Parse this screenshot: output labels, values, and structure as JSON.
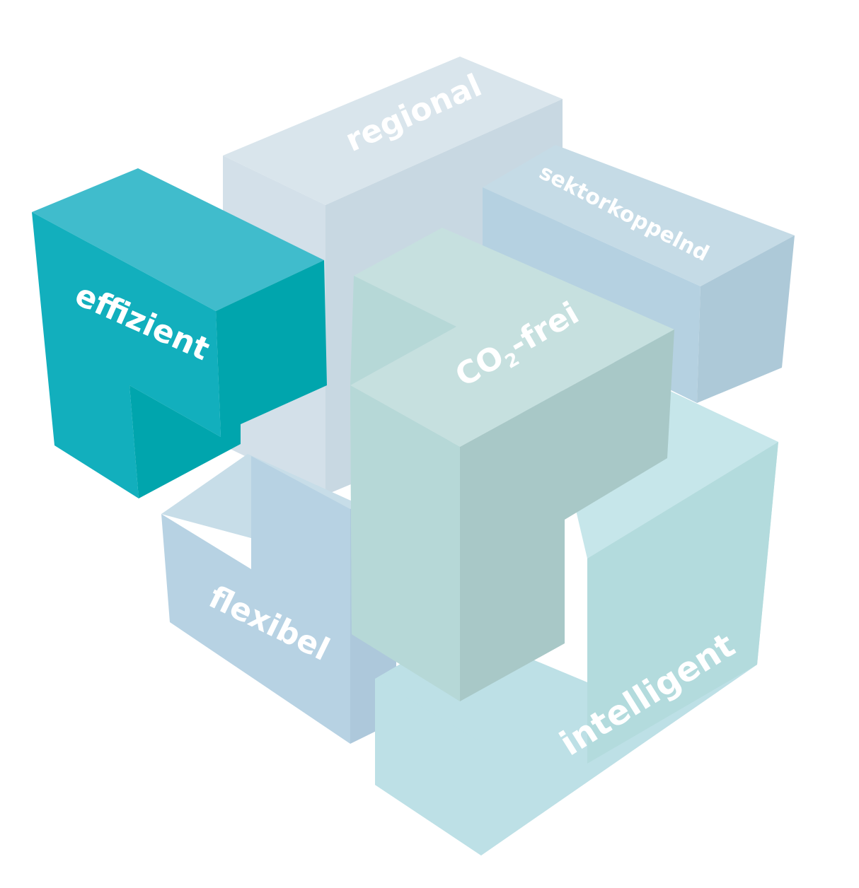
{
  "diagram": {
    "blocks": [
      {
        "id": "regional",
        "label": "regional",
        "colors": {
          "top": "#d9e5ec",
          "left": "#d3e0e9",
          "right": "#c8d8e2"
        }
      },
      {
        "id": "sektorkoppelnd",
        "label": "sektorkoppelnd",
        "colors": {
          "top": "#c5dbe6",
          "left": "#b5d1e1",
          "right": "#adc9d8"
        }
      },
      {
        "id": "effizient",
        "label": "effizient",
        "colors": {
          "top": "#40bccc",
          "left": "#12afbd",
          "right": "#00a5ad"
        }
      },
      {
        "id": "flexibel",
        "label": "flexibel",
        "colors": {
          "top": "#c7dde8",
          "left": "#b7d2e3",
          "right": "#adc8db"
        }
      },
      {
        "id": "intelligent",
        "label": "intelligent",
        "colors": {
          "top": "#c6e6ea",
          "left": "#bde0e6",
          "right": "#b3dbdd"
        }
      },
      {
        "id": "co2frei",
        "label_main": "CO",
        "label_sub": "2",
        "label_tail": "-frei",
        "colors": {
          "top": "#c6e0df",
          "left": "#b6d8d7",
          "right": "#a8c8c7"
        }
      }
    ]
  }
}
